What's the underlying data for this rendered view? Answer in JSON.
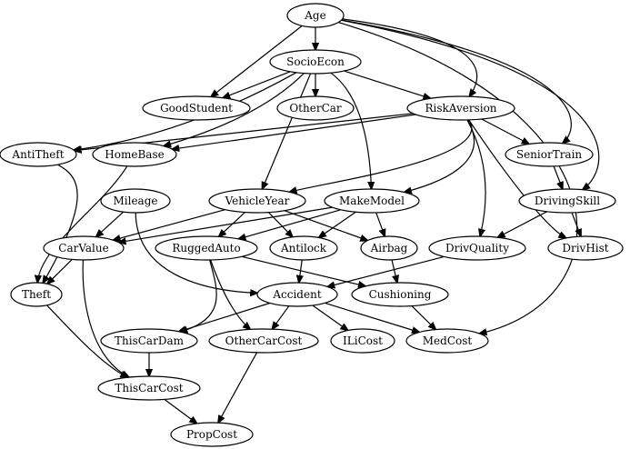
{
  "diagram": {
    "nodes": [
      {
        "id": "Age",
        "label": "Age"
      },
      {
        "id": "SocioEcon",
        "label": "SocioEcon"
      },
      {
        "id": "GoodStudent",
        "label": "GoodStudent"
      },
      {
        "id": "OtherCar",
        "label": "OtherCar"
      },
      {
        "id": "RiskAversion",
        "label": "RiskAversion"
      },
      {
        "id": "AntiTheft",
        "label": "AntiTheft"
      },
      {
        "id": "HomeBase",
        "label": "HomeBase"
      },
      {
        "id": "SeniorTrain",
        "label": "SeniorTrain"
      },
      {
        "id": "Mileage",
        "label": "Mileage"
      },
      {
        "id": "VehicleYear",
        "label": "VehicleYear"
      },
      {
        "id": "MakeModel",
        "label": "MakeModel"
      },
      {
        "id": "DrivingSkill",
        "label": "DrivingSkill"
      },
      {
        "id": "CarValue",
        "label": "CarValue"
      },
      {
        "id": "RuggedAuto",
        "label": "RuggedAuto"
      },
      {
        "id": "Antilock",
        "label": "Antilock"
      },
      {
        "id": "Airbag",
        "label": "Airbag"
      },
      {
        "id": "DrivQuality",
        "label": "DrivQuality"
      },
      {
        "id": "DrivHist",
        "label": "DrivHist"
      },
      {
        "id": "Theft",
        "label": "Theft"
      },
      {
        "id": "Accident",
        "label": "Accident"
      },
      {
        "id": "Cushioning",
        "label": "Cushioning"
      },
      {
        "id": "ThisCarDam",
        "label": "ThisCarDam"
      },
      {
        "id": "OtherCarCost",
        "label": "OtherCarCost"
      },
      {
        "id": "ILiCost",
        "label": "ILiCost"
      },
      {
        "id": "MedCost",
        "label": "MedCost"
      },
      {
        "id": "ThisCarCost",
        "label": "ThisCarCost"
      },
      {
        "id": "PropCost",
        "label": "PropCost"
      }
    ],
    "edges": [
      [
        "Age",
        "SocioEcon"
      ],
      [
        "Age",
        "GoodStudent"
      ],
      [
        "Age",
        "RiskAversion"
      ],
      [
        "Age",
        "SeniorTrain"
      ],
      [
        "Age",
        "DrivingSkill"
      ],
      [
        "Age",
        "MedCost"
      ],
      [
        "SocioEcon",
        "GoodStudent"
      ],
      [
        "SocioEcon",
        "OtherCar"
      ],
      [
        "SocioEcon",
        "RiskAversion"
      ],
      [
        "SocioEcon",
        "AntiTheft"
      ],
      [
        "SocioEcon",
        "HomeBase"
      ],
      [
        "SocioEcon",
        "VehicleYear"
      ],
      [
        "SocioEcon",
        "MakeModel"
      ],
      [
        "RiskAversion",
        "AntiTheft"
      ],
      [
        "RiskAversion",
        "HomeBase"
      ],
      [
        "RiskAversion",
        "SeniorTrain"
      ],
      [
        "RiskAversion",
        "VehicleYear"
      ],
      [
        "RiskAversion",
        "MakeModel"
      ],
      [
        "RiskAversion",
        "DrivQuality"
      ],
      [
        "RiskAversion",
        "DrivHist"
      ],
      [
        "AntiTheft",
        "Theft"
      ],
      [
        "HomeBase",
        "Theft"
      ],
      [
        "SeniorTrain",
        "DrivingSkill"
      ],
      [
        "DrivingSkill",
        "DrivQuality"
      ],
      [
        "DrivingSkill",
        "DrivHist"
      ],
      [
        "Mileage",
        "CarValue"
      ],
      [
        "Mileage",
        "Accident"
      ],
      [
        "VehicleYear",
        "CarValue"
      ],
      [
        "VehicleYear",
        "RuggedAuto"
      ],
      [
        "VehicleYear",
        "Antilock"
      ],
      [
        "VehicleYear",
        "Airbag"
      ],
      [
        "MakeModel",
        "CarValue"
      ],
      [
        "MakeModel",
        "RuggedAuto"
      ],
      [
        "MakeModel",
        "Antilock"
      ],
      [
        "MakeModel",
        "Airbag"
      ],
      [
        "CarValue",
        "Theft"
      ],
      [
        "CarValue",
        "ThisCarCost"
      ],
      [
        "RuggedAuto",
        "Cushioning"
      ],
      [
        "RuggedAuto",
        "ThisCarDam"
      ],
      [
        "RuggedAuto",
        "OtherCarCost"
      ],
      [
        "Antilock",
        "Accident"
      ],
      [
        "Airbag",
        "Cushioning"
      ],
      [
        "DrivQuality",
        "Accident"
      ],
      [
        "Theft",
        "ThisCarCost"
      ],
      [
        "Accident",
        "ThisCarDam"
      ],
      [
        "Accident",
        "OtherCarCost"
      ],
      [
        "Accident",
        "ILiCost"
      ],
      [
        "Accident",
        "MedCost"
      ],
      [
        "Cushioning",
        "MedCost"
      ],
      [
        "ThisCarDam",
        "ThisCarCost"
      ],
      [
        "OtherCarCost",
        "PropCost"
      ],
      [
        "ThisCarCost",
        "PropCost"
      ]
    ]
  }
}
